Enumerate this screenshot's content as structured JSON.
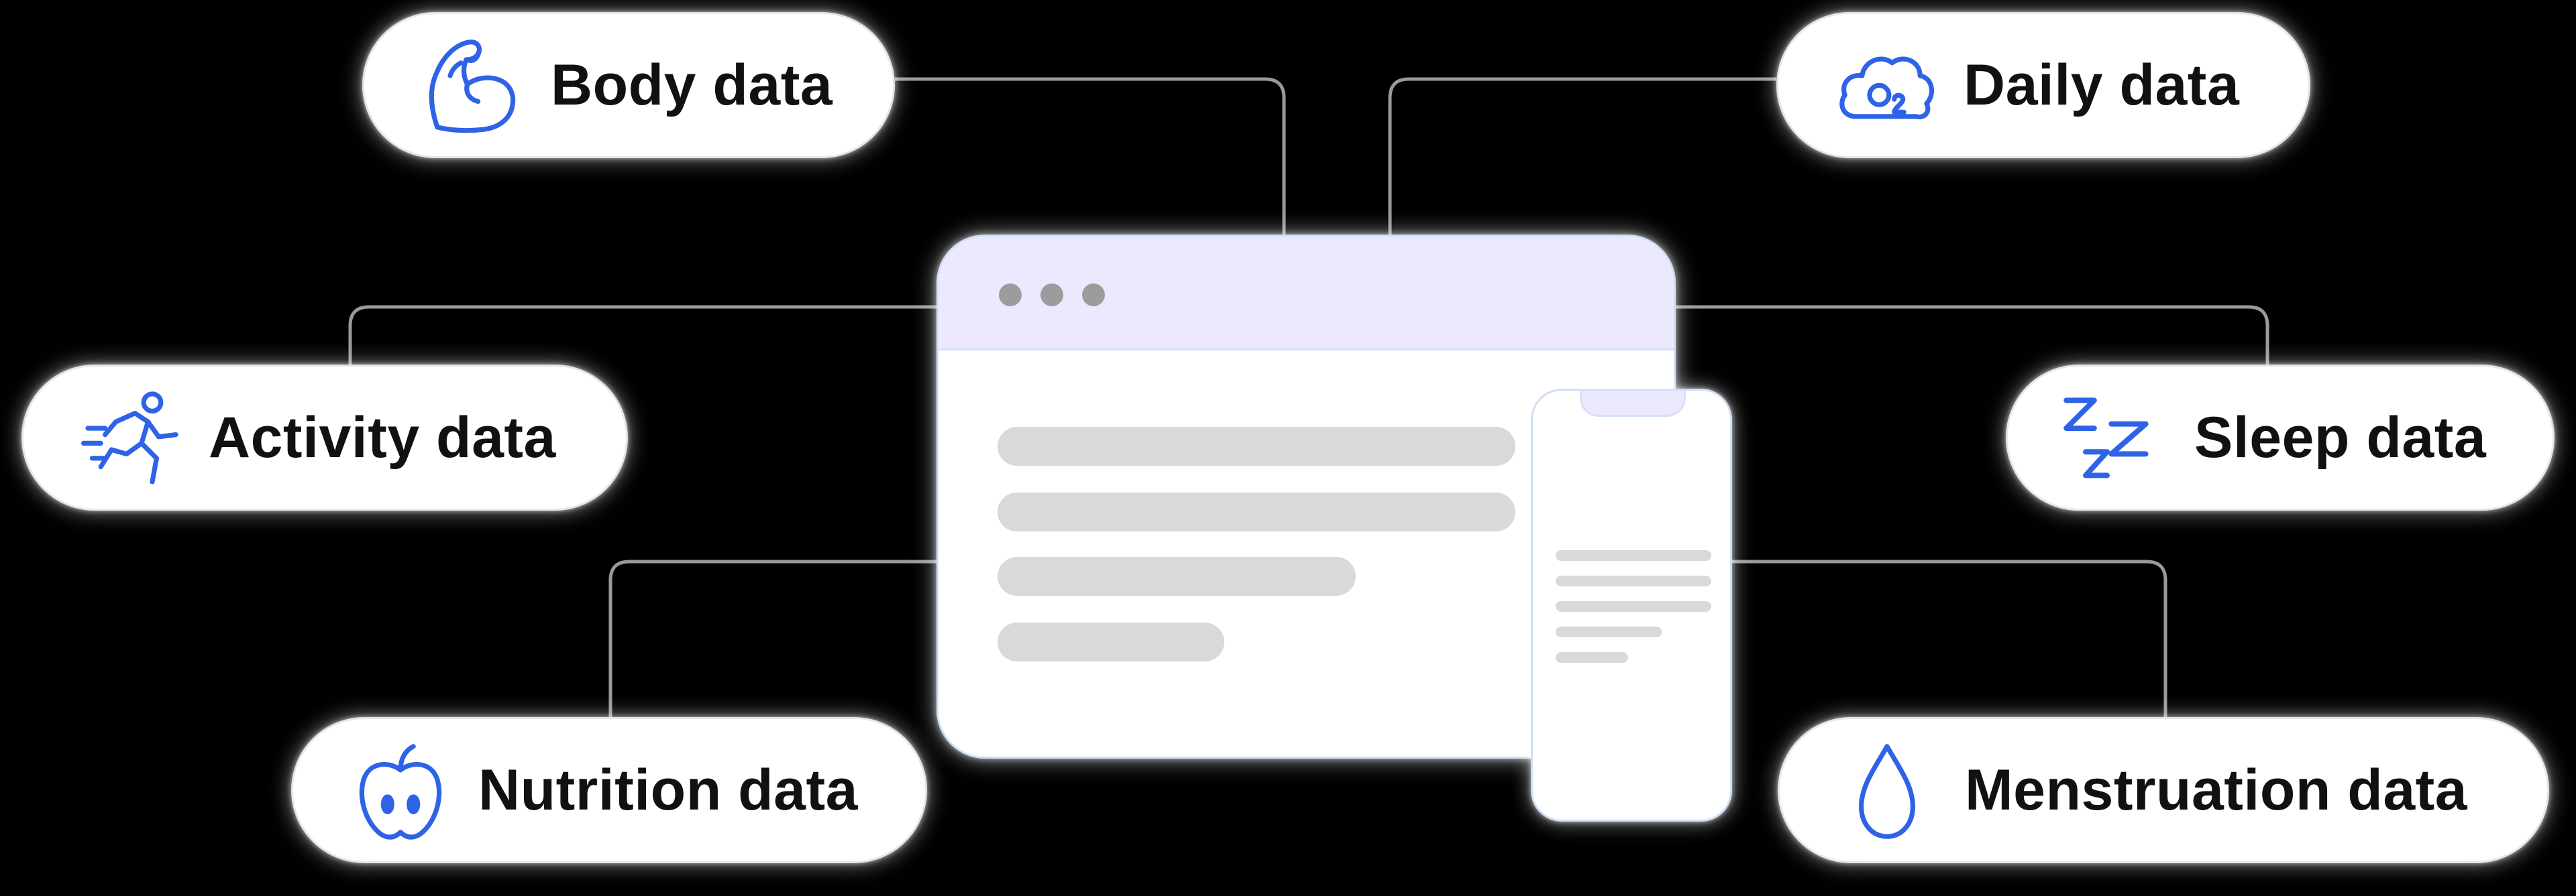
{
  "diagram": {
    "center": {
      "browser_window": {
        "window_dots": 3,
        "content_bars": 4
      },
      "phone": {
        "content_lines": 5
      }
    },
    "items": [
      {
        "id": "body",
        "label": "Body data",
        "icon": "flexed-arm-icon"
      },
      {
        "id": "daily",
        "label": "Daily data",
        "icon": "o2-cloud-icon"
      },
      {
        "id": "activity",
        "label": "Activity data",
        "icon": "running-person-icon"
      },
      {
        "id": "sleep",
        "label": "Sleep data",
        "icon": "zzz-sleep-icon"
      },
      {
        "id": "nutrition",
        "label": "Nutrition data",
        "icon": "apple-icon"
      },
      {
        "id": "menstruation",
        "label": "Menstruation data",
        "icon": "water-drop-icon"
      }
    ],
    "colors": {
      "background": "#000000",
      "icon_accent": "#2f63e6",
      "browser_topbar": "#ece8fd",
      "connector": "#9a9a9a",
      "placeholder_bar": "#d9d9d9",
      "label_text": "#111111"
    }
  }
}
